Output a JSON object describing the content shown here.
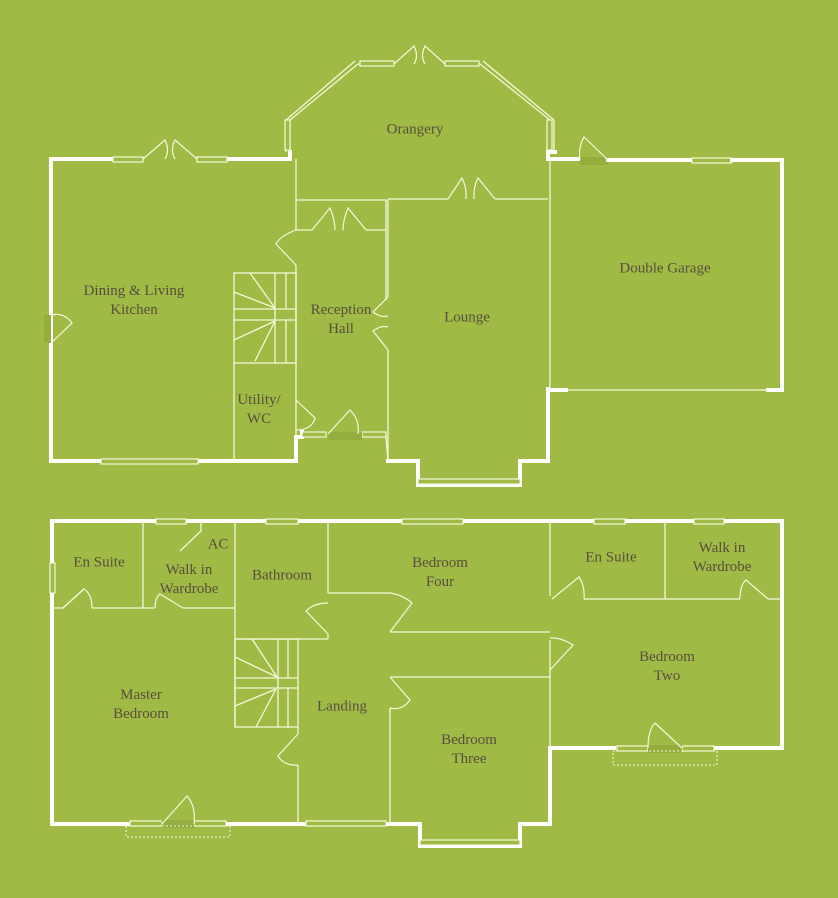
{
  "colors": {
    "background": "#9fba45",
    "wall": "#ffffff",
    "label": "#5a4e3e"
  },
  "ground_floor": {
    "rooms": [
      {
        "id": "orangery",
        "label": "Orangery"
      },
      {
        "id": "dining-living-kitchen",
        "label": "Dining & Living\nKitchen"
      },
      {
        "id": "reception-hall",
        "label": "Reception\nHall"
      },
      {
        "id": "lounge",
        "label": "Lounge"
      },
      {
        "id": "double-garage",
        "label": "Double Garage"
      },
      {
        "id": "utility-wc",
        "label": "Utility/\nWC"
      }
    ]
  },
  "first_floor": {
    "rooms": [
      {
        "id": "en-suite-master",
        "label": "En Suite"
      },
      {
        "id": "walk-in-wardrobe-master",
        "label": "Walk in\nWardrobe"
      },
      {
        "id": "ac",
        "label": "AC"
      },
      {
        "id": "bathroom",
        "label": "Bathroom"
      },
      {
        "id": "bedroom-four",
        "label": "Bedroom\nFour"
      },
      {
        "id": "en-suite-two",
        "label": "En Suite"
      },
      {
        "id": "walk-in-wardrobe-two",
        "label": "Walk in\nWardrobe"
      },
      {
        "id": "bedroom-two",
        "label": "Bedroom\nTwo"
      },
      {
        "id": "master-bedroom",
        "label": "Master\nBedroom"
      },
      {
        "id": "landing",
        "label": "Landing"
      },
      {
        "id": "bedroom-three",
        "label": "Bedroom\nThree"
      }
    ]
  }
}
